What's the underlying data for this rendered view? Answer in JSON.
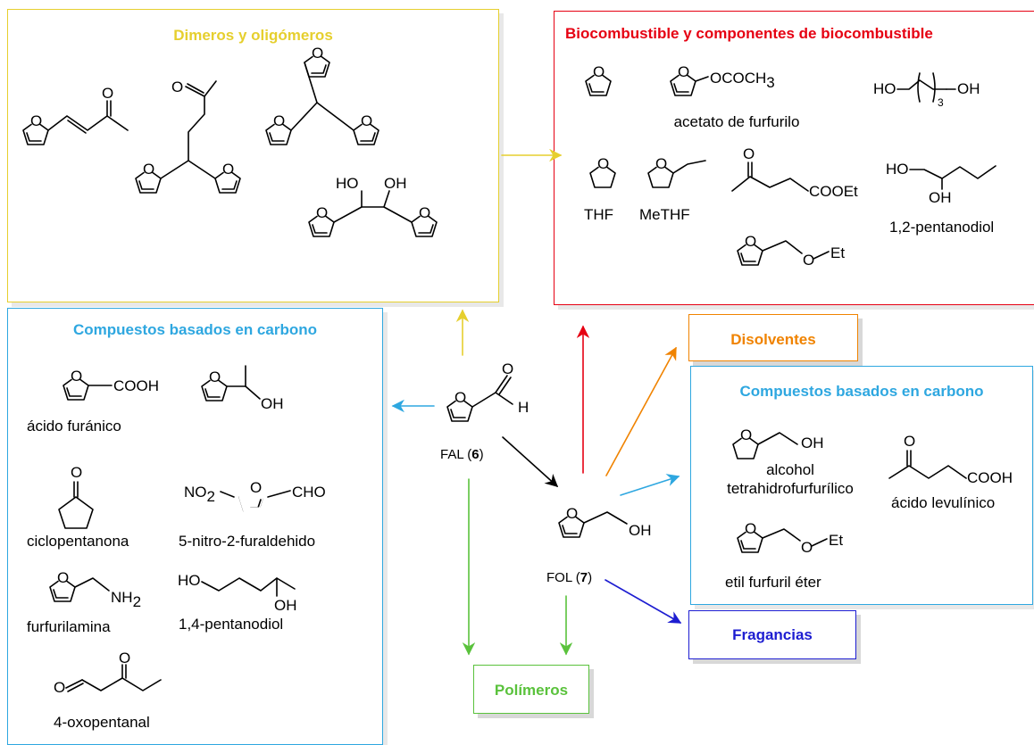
{
  "colors": {
    "yellow": "#e6cf2e",
    "red": "#e60012",
    "blue": "#2ea7e0",
    "orange": "#f08300",
    "navy": "#1d1dd1",
    "green": "#5ac23c",
    "black": "#000000"
  },
  "dimers": {
    "title": "Dimeros y oligómeros",
    "labels": {
      "carbonyl_o": "O",
      "furan_o": "O",
      "ho": "HO",
      "oh": "OH"
    }
  },
  "biofuel": {
    "title": "Biocombustible y componentes de biocombustible",
    "names": [
      "acetato de furfurilo",
      "THF",
      "MeTHF",
      "1,2-pentanodiol"
    ],
    "labels": {
      "furan_o": "O",
      "ococh3": "OCOCH",
      "ococh3_sub": "3",
      "ho": "HO",
      "oh": "OH",
      "repeat_sub": "3",
      "cooet": "COOEt",
      "o_et": "O",
      "et": "Et"
    }
  },
  "carbon_left": {
    "title": "Compuestos basados en carbono",
    "names": [
      "ácido furánico",
      "ciclopentanona",
      "5-nitro-2-furaldehido",
      "furfurilamina",
      "1,4-pentanodiol",
      "4-oxopentanal"
    ],
    "labels": {
      "furan_o": "O",
      "cooh": "COOH",
      "oh": "OH",
      "no2": "NO",
      "no2_sub": "2",
      "cho": "CHO",
      "nh2": "NH",
      "nh2_sub": "2",
      "ho": "HO",
      "o": "O"
    }
  },
  "center": {
    "fal_label": "FAL (",
    "fal_number": "6",
    "fal_close": ")",
    "fol_label": "FOL (",
    "fol_number": "7",
    "fol_close": ")",
    "labels": {
      "o": "O",
      "h": "H",
      "oh": "OH"
    }
  },
  "solvents": {
    "title": "Disolventes"
  },
  "carbon_right": {
    "title": "Compuestos basados en carbono",
    "names": [
      "alcohol",
      "tetrahidrofurfurílico",
      "ácido levulínico",
      "etil furfuril éter"
    ],
    "labels": {
      "o": "O",
      "oh": "OH",
      "cooh": "COOH",
      "et": "Et"
    }
  },
  "fragrances": {
    "title": "Fragancias"
  },
  "polymers": {
    "title": "Polímeros"
  }
}
